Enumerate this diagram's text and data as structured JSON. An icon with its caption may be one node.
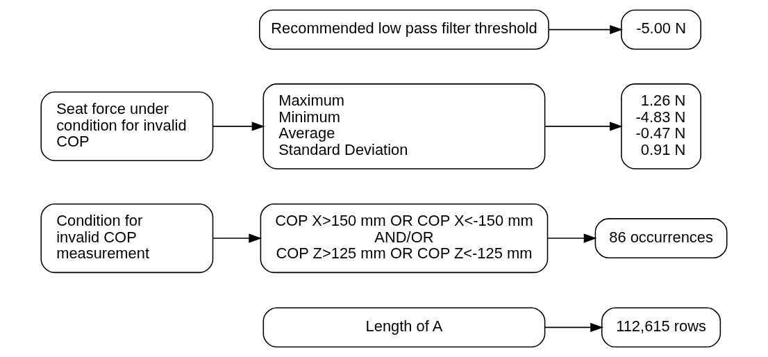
{
  "diagram": {
    "nodes": [
      {
        "text": [
          "Length of A"
        ]
      },
      {
        "text": [
          "112,615 rows"
        ]
      },
      {
        "text": [
          "Condition for invalid COP measurement"
        ]
      },
      {
        "text": [
          "COP X>150 mm OR COP X<-150 mm",
          "AND/OR",
          "COP Z>125 mm OR COP Z<-125 mm"
        ]
      },
      {
        "text": [
          "86 occurrences"
        ]
      },
      {
        "text": [
          "Seat force under condition for invalid COP"
        ]
      },
      {
        "text": [
          "Maximum",
          "Minimum",
          "Average",
          "Standard Deviation"
        ]
      },
      {
        "text": [
          "1.26 N",
          "-4.83 N",
          "-0.47 N",
          "0.91 N"
        ]
      },
      {
        "text": [
          "Recommended low pass filter threshold"
        ]
      },
      {
        "text": [
          "-5.00 N"
        ]
      }
    ],
    "edges": [
      {
        "from": 0,
        "to": 1,
        "arrow": "to"
      },
      {
        "from": 2,
        "to": 3,
        "arrow": "to"
      },
      {
        "from": 3,
        "to": 4,
        "arrow": "to"
      },
      {
        "from": 5,
        "to": 6,
        "arrow": "to"
      },
      {
        "from": 6,
        "to": 7,
        "arrow": "to"
      },
      {
        "from": 8,
        "to": 9,
        "arrow": "to"
      }
    ]
  }
}
